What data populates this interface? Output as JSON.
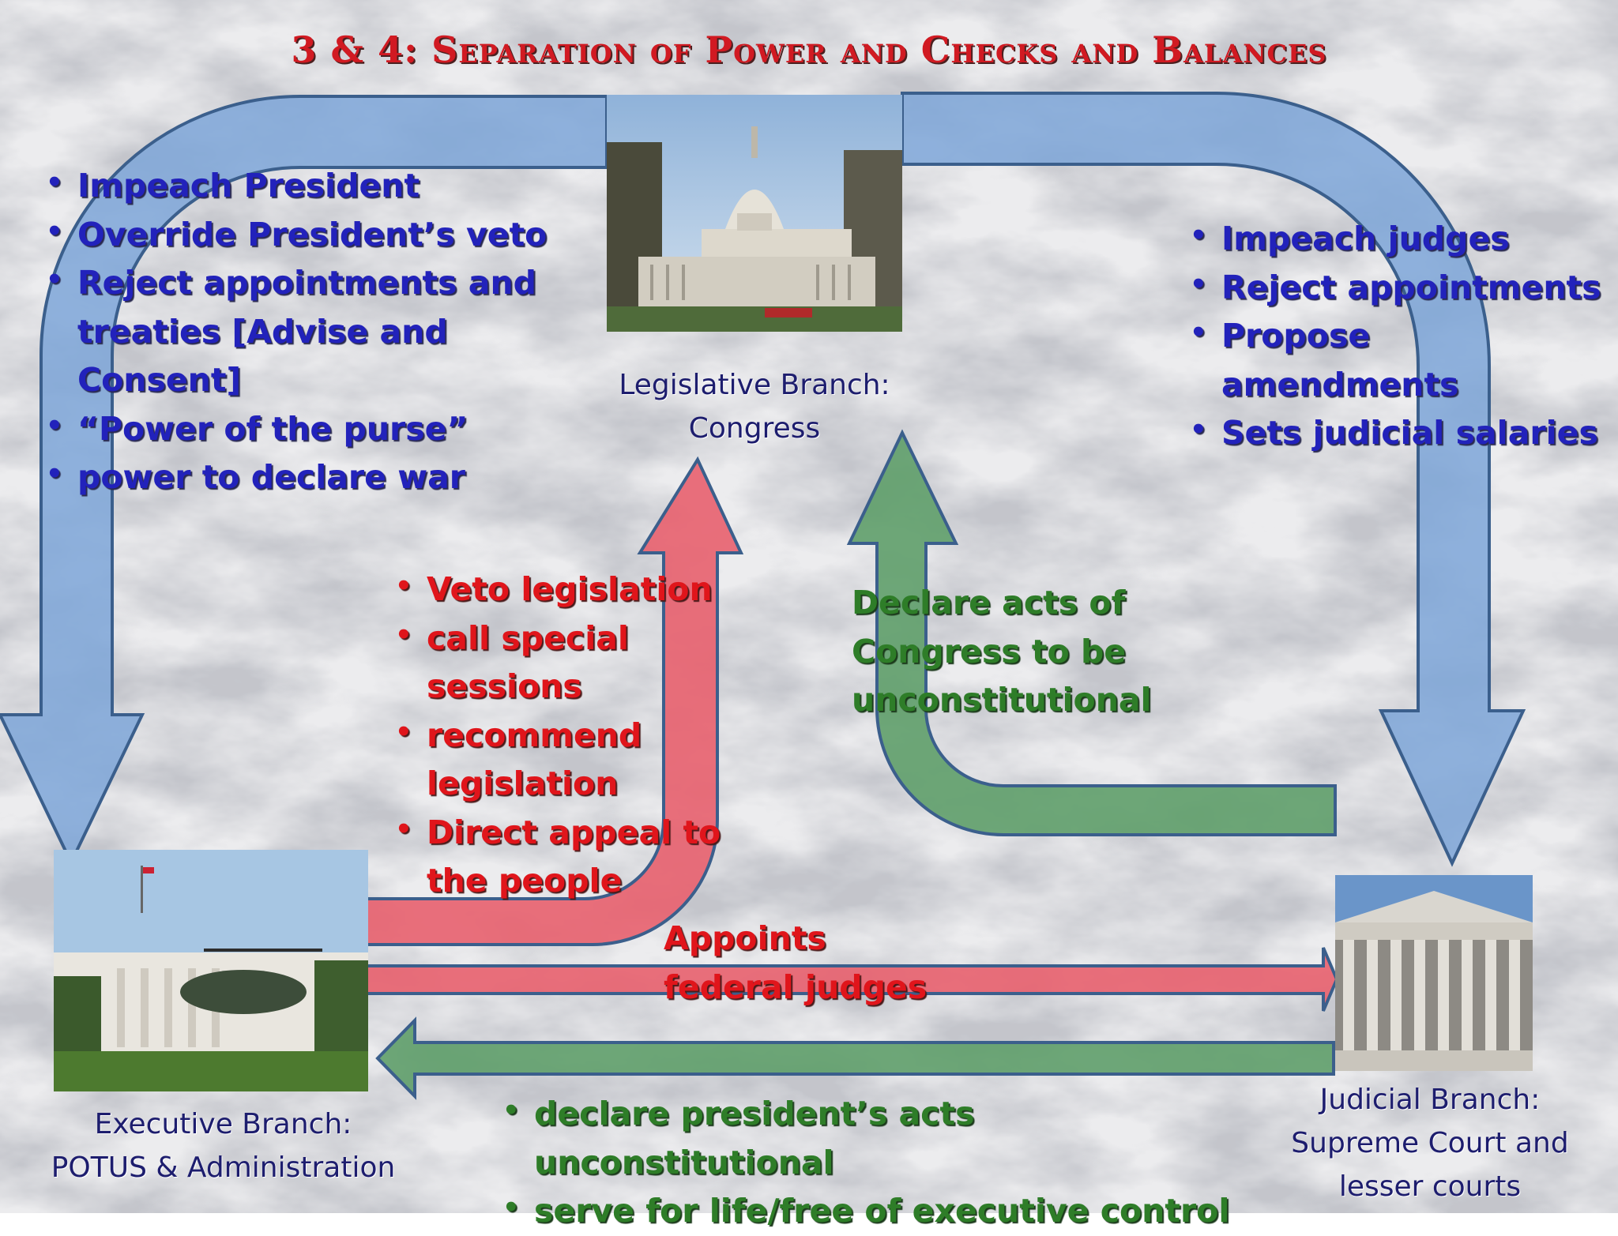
{
  "title": "3 & 4: Separation of Power and Checks and Balances",
  "colors": {
    "blue_arrow": "#7ea6d8",
    "red_arrow": "#e8606e",
    "green_arrow": "#5f9f6a",
    "blue_text": "#2222bb",
    "red_text": "#e0151b",
    "green_text": "#2e7d28",
    "title": "#d11a22"
  },
  "branches": {
    "legislative": {
      "line1": "Legislative Branch:",
      "line2": "Congress",
      "image": "capitol-building"
    },
    "executive": {
      "line1": "Executive Branch:",
      "line2": "POTUS & Administration",
      "image": "white-house-helicopter"
    },
    "judicial": {
      "line1": "Judicial Branch:",
      "line2": "Supreme Court and",
      "line3": "lesser courts",
      "image": "supreme-court-building"
    }
  },
  "legislative_on_executive": [
    "Impeach President",
    "Override President’s veto",
    "Reject appointments and treaties [Advise and Consent]",
    "“Power of the purse”",
    "power to declare war"
  ],
  "legislative_on_judicial": [
    "Impeach judges",
    "Reject appointments",
    "Propose amendments",
    "Sets judicial salaries"
  ],
  "executive_on_legislative": [
    "Veto legislation",
    "call special sessions",
    "recommend legislation",
    "Direct appeal to the people"
  ],
  "executive_on_judicial": "Appoints federal judges",
  "judicial_on_legislative": "Declare acts of Congress to be unconstitutional",
  "judicial_on_executive": [
    "declare president’s acts unconstitutional",
    "serve for life/free of executive control"
  ]
}
